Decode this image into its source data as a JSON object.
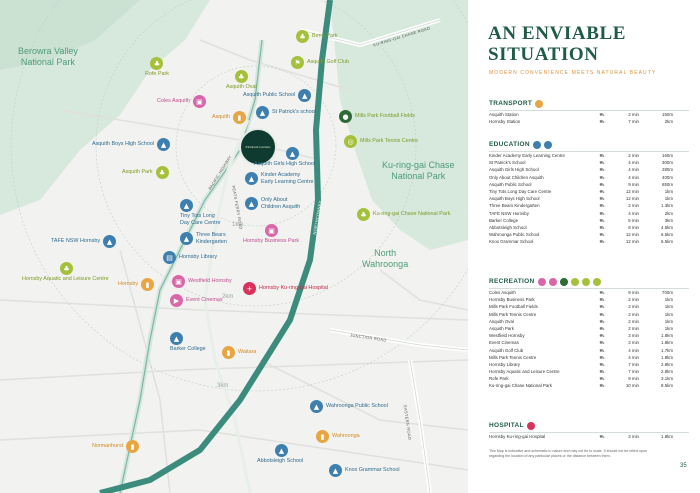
{
  "map": {
    "regions": {
      "berowra": "Berowra Valley\nNational Park",
      "kuringgai": "Ku-ring-gai Chase\nNational Park",
      "north_wahroonga": "North\nWahroonga"
    },
    "roads": {
      "kuringgai_chase_road": "KU-RING-GAI CHASE ROAD",
      "pacific_highway": "PACIFIC HIGHWAY",
      "peats_ferry_road": "PEATS FERRY ROAD",
      "northconnex": "NORTHCONNEX",
      "junction_road": "JUNCTION ROAD",
      "eastern_road": "EASTERN ROAD"
    },
    "rings": {
      "r1": "1km",
      "r2": "2km",
      "r3": "3km"
    },
    "site_label": "Elizabeth Gardens",
    "pois": {
      "rofe_park": "Rofe Park",
      "asquith_oval": "Asquith Oval",
      "berry_park": "Berry Park",
      "asquith_golf": "Asquith Golf Club",
      "coles_asquith": "Coles Asquith",
      "asquith_public": "Asquith Public School",
      "asquith_station": "Asquith",
      "st_patricks": "St Patrick's school",
      "mills_football": "Mills Park Football Fields",
      "mills_tennis": "Mills Park Tennis Centre",
      "asquith_boys": "Asquith Boys High School",
      "asquith_girls": "Asquith Girls High School",
      "kinder_academy": "Kinder Academy\nEarly Learning Centre",
      "asquith_park": "Asquith Park",
      "tiny_tots": "Tiny Tots Long\nDay Care Centre",
      "only_about": "Only About\nChildren Asquith",
      "kuringgai_np": "Ku-ring-gai Chase National Park",
      "tafe": "TAFE NSW Hornsby",
      "three_bears": "Three Bears\nKindergarten",
      "hornsby_bp": "Hornsby Business Park",
      "hornsby_library": "Hornsby Library",
      "hornsby_aquatic": "Hornsby Aquatic and Leisure Centre",
      "hornsby_station": "Hornsby",
      "westfield": "Westfield Hornsby",
      "hospital": "Hornsby Ku-ring-gai Hospital",
      "event_cinemas": "Event Cinemas",
      "barker": "Barker College",
      "waitara": "Waitara",
      "wahroonga_ps": "Wahroonga Public School",
      "wahroonga": "Wahroonga",
      "normanhurst": "Normanhurst",
      "abbotsleigh": "Abbotsleigh School",
      "knox": "Knox Grammar School"
    }
  },
  "panel": {
    "title": "AN ENVIABLE\nSITUATION",
    "subtitle": "MODERN CONVENIENCE MEETS NATURAL BEAUTY",
    "sections": {
      "transport": {
        "heading": "TRANSPORT",
        "rows": [
          {
            "name": "Asquith Station",
            "time": "2 min",
            "dist": "150m"
          },
          {
            "name": "Hornsby Station",
            "time": "7 min",
            "dist": "2km"
          }
        ]
      },
      "education": {
        "heading": "EDUCATION",
        "rows": [
          {
            "name": "Kinder Academy Early Learning Centre",
            "time": "2 min",
            "dist": "160m"
          },
          {
            "name": "St Patrick's School",
            "time": "4 min",
            "dist": "300m"
          },
          {
            "name": "Asquith Girls High School",
            "time": "4 min",
            "dist": "280m"
          },
          {
            "name": "Only About Children Asquith",
            "time": "4 min",
            "dist": "400m"
          },
          {
            "name": "Asquith Public School",
            "time": "9 min",
            "dist": "650m"
          },
          {
            "name": "Tiny Tots Long Day Care Centre",
            "time": "12 min",
            "dist": "1km"
          },
          {
            "name": "Asquith Boys High School",
            "time": "12 min",
            "dist": "1km"
          },
          {
            "name": "Three Bears Kindergarten",
            "time": "2 min",
            "dist": "1.3km"
          },
          {
            "name": "TAFE NSW Hornsby",
            "time": "4 min",
            "dist": "2km"
          },
          {
            "name": "Barker College",
            "time": "5 min",
            "dist": "3km"
          },
          {
            "name": "Abbotsleigh School",
            "time": "8 min",
            "dist": "4.5km"
          },
          {
            "name": "Wahroonga Public School",
            "time": "12 min",
            "dist": "6.5km"
          },
          {
            "name": "Knox Grammar School",
            "time": "12 min",
            "dist": "6.5km"
          }
        ]
      },
      "recreation": {
        "heading": "RECREATION",
        "rows": [
          {
            "name": "Coles Asquith",
            "time": "9 min",
            "dist": "700m"
          },
          {
            "name": "Hornsby Business Park",
            "time": "2 min",
            "dist": "1km"
          },
          {
            "name": "Mills Park Football Fields",
            "time": "2 min",
            "dist": "1km"
          },
          {
            "name": "Mills Park Tennis Centre",
            "time": "2 min",
            "dist": "1km"
          },
          {
            "name": "Asquith Oval",
            "time": "2 min",
            "dist": "1km"
          },
          {
            "name": "Asquith Park",
            "time": "2 min",
            "dist": "1km"
          },
          {
            "name": "Westfield Hornsby",
            "time": "3 min",
            "dist": "1.8km"
          },
          {
            "name": "Event Cinemas",
            "time": "3 min",
            "dist": "1.8km"
          },
          {
            "name": "Asquith Golf Club",
            "time": "4 min",
            "dist": "1.7km"
          },
          {
            "name": "Mills Park Tennis Centre",
            "time": "4 min",
            "dist": "1.8km"
          },
          {
            "name": "Hornsby Library",
            "time": "7 min",
            "dist": "2.8km"
          },
          {
            "name": "Hornsby Aquatic and Leisure Centre",
            "time": "7 min",
            "dist": "2.8km"
          },
          {
            "name": "Rofe Park",
            "time": "9 min",
            "dist": "3.1km"
          },
          {
            "name": "Ku-ring-gai Chase National Park",
            "time": "10 min",
            "dist": "8.5km"
          }
        ]
      },
      "hospital": {
        "heading": "HOSPITAL",
        "rows": [
          {
            "name": "Hornsby Ku-ring-gai Hospital",
            "time": "3 min",
            "dist": "1.8km"
          }
        ]
      }
    },
    "footnote": "This Map is indicative and schematic in nature and may not be to scale. It should not be relied upon regarding the location of any particular places or the distance between them.",
    "page_number": "35"
  },
  "colors": {
    "brand_green": "#1f5b47",
    "accent_orange": "#d9923a",
    "education": "#3d7fae",
    "recreation": "#a5c13b",
    "shopping": "#d966a8",
    "transport": "#e8a543",
    "hospital": "#d8335c",
    "northconnex": "#3b8c7c",
    "park": "#d6e9dc"
  },
  "icons": {
    "transport": "train-icon",
    "education": "mortarboard-icon",
    "recreation": "tree-icon",
    "hospital": "cross-icon",
    "walk": "walking-person-icon",
    "car": "car-icon"
  }
}
